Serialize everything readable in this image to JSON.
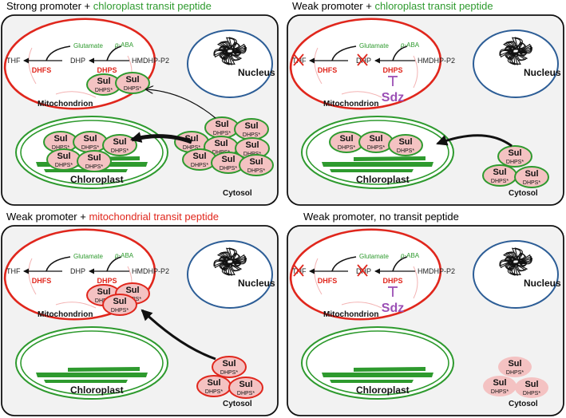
{
  "panels": [
    {
      "title_black": "Strong promoter + ",
      "title_colored": "chloroplast transit peptide",
      "title_color": "green",
      "dhfs_blocked": false,
      "dhps_blocked": false,
      "drug": "",
      "mito_cells": 2,
      "mito_outline": "#2e9a2e",
      "chloro_cells": 5,
      "cyto_cells": 8,
      "cyto_outline": "#2e9a2e"
    },
    {
      "title_black": "Weak promoter + ",
      "title_colored": "chloroplast transit peptide",
      "title_color": "green",
      "dhfs_blocked": true,
      "dhps_blocked": true,
      "drug": "Sdz",
      "mito_cells": 0,
      "mito_outline": "#2e9a2e",
      "chloro_cells": 3,
      "cyto_cells": 3,
      "cyto_outline": "#2e9a2e"
    },
    {
      "title_black": "Weak promoter + ",
      "title_colored": "mitochondrial transit peptide",
      "title_color": "red",
      "dhfs_blocked": false,
      "dhps_blocked": false,
      "drug": "",
      "mito_cells": 3,
      "mito_outline": "#e0261c",
      "chloro_cells": 0,
      "cyto_cells": 3,
      "cyto_outline": "#e0261c"
    },
    {
      "title_black": "Weak promoter, no transit peptide",
      "title_colored": "",
      "title_color": "none",
      "dhfs_blocked": true,
      "dhps_blocked": true,
      "drug": "Sdz",
      "mito_cells": 0,
      "mito_outline": "none",
      "chloro_cells": 0,
      "cyto_cells": 3,
      "cyto_outline": "none"
    }
  ],
  "labels": {
    "thf": "THF",
    "dhp": "DHP",
    "hmdhp": "HMDHP-P2",
    "glutamate": "Glutamate",
    "paba_italic": "p",
    "paba_rest": "-ABA",
    "dhfs": "DHFS",
    "dhps": "DHPS",
    "nucleus": "Nucleus",
    "mitochondrion": "Mitochondrion",
    "chloroplast": "Chloroplast",
    "cytosol": "Cytosol",
    "sul": "Sul",
    "dhps_star": "DHPS*"
  },
  "colors": {
    "green": "#2e9a2e",
    "red": "#e0261c",
    "purple": "#9b4fb5",
    "nucleus_blue": "#2c5d96",
    "cell_fill": "#f4c2c2",
    "panel_bg": "#f2f2f2"
  }
}
